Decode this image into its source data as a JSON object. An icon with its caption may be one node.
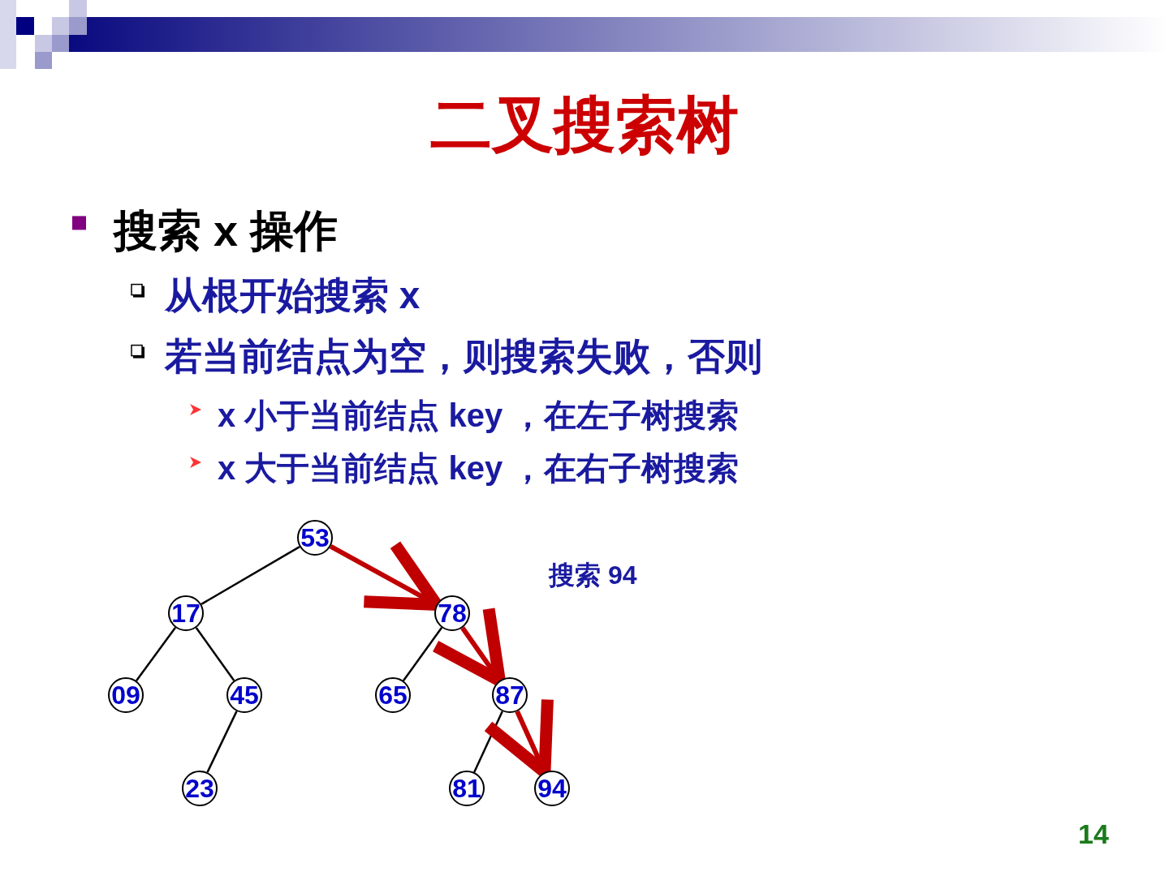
{
  "diagram": {
    "title": "二叉搜索树",
    "nodes": [
      {
        "text": [
          "53"
        ]
      },
      {
        "text": [
          "17"
        ]
      },
      {
        "text": [
          "78"
        ]
      },
      {
        "text": [
          "09"
        ]
      },
      {
        "text": [
          "45"
        ]
      },
      {
        "text": [
          "65"
        ]
      },
      {
        "text": [
          "87"
        ]
      },
      {
        "text": [
          "23"
        ]
      },
      {
        "text": [
          "81"
        ]
      },
      {
        "text": [
          "94"
        ]
      }
    ],
    "edges": [
      {
        "from": 0,
        "to": 1,
        "arrow": "none"
      },
      {
        "from": 0,
        "to": 2,
        "arrow": "to",
        "style": "thick",
        "color": "#c00000"
      },
      {
        "from": 1,
        "to": 3,
        "arrow": "none"
      },
      {
        "from": 1,
        "to": 4,
        "arrow": "none"
      },
      {
        "from": 2,
        "to": 5,
        "arrow": "none"
      },
      {
        "from": 2,
        "to": 6,
        "arrow": "to",
        "style": "thick",
        "color": "#c00000"
      },
      {
        "from": 4,
        "to": 7,
        "arrow": "none"
      },
      {
        "from": 6,
        "to": 8,
        "arrow": "none"
      },
      {
        "from": 6,
        "to": 9,
        "arrow": "to",
        "style": "thick",
        "color": "#c00000"
      }
    ],
    "labels": [
      "搜索 x 操作",
      "从根开始搜索 x",
      "若当前结点为空，则搜索失败，否则",
      "x 小于当前结点 key ，在左子树搜索",
      "x 大于当前结点 key ，在右子树搜索",
      "搜索 94",
      "14"
    ]
  }
}
